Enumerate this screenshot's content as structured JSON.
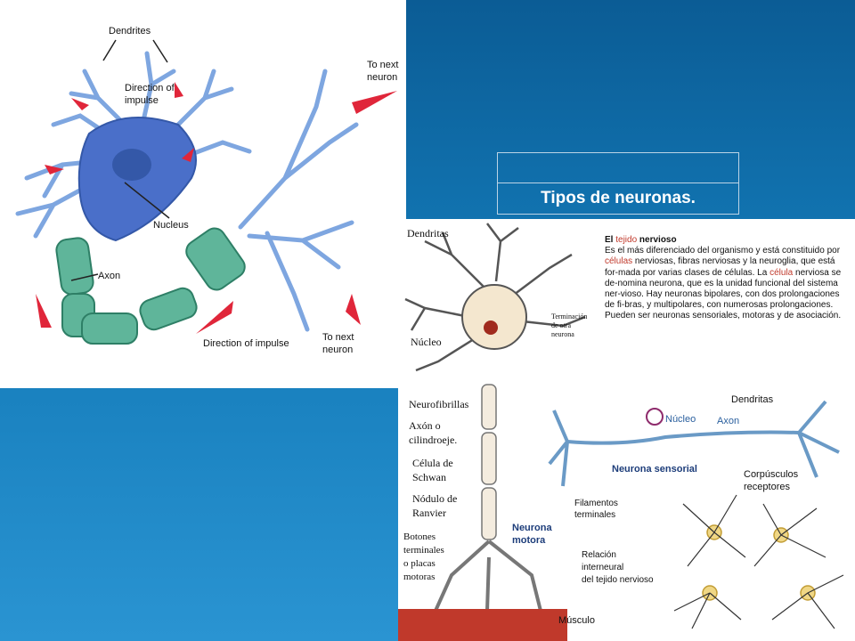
{
  "slide": {
    "title": "Tipos de neuronas."
  },
  "left_figure": {
    "labels": {
      "dendrites": "Dendrites",
      "direction_impulse_top": "Direction of\nimpulse",
      "direction_line1": "Direction of",
      "direction_line2": "impulse",
      "nucleus": "Nucleus",
      "axon": "Axon",
      "to_next_neuron_top1": "To next",
      "to_next_neuron_top2": "neuron",
      "direction_bottom": "Direction of impulse",
      "to_next_neuron_bottom1": "To next",
      "to_next_neuron_bottom2": "neuron"
    },
    "colors": {
      "cell_body": "#4a6fc9",
      "dendrite": "#7ea6e0",
      "myelin": "#5fb59a",
      "arrow": "#e0263a"
    }
  },
  "right_figure": {
    "labels": {
      "dendritas": "Dendritas",
      "nucleo": "Núcleo",
      "terminacion1": "Terminación",
      "terminacion2": "de otra",
      "terminacion3": "neurona",
      "neurofibrillas": "Neurofibrillas",
      "axon1": "Axón o",
      "axon2": "cilindroeje.",
      "celula1": "Célula de",
      "celula2": "Schwan",
      "nodulo1": "Nódulo de",
      "nodulo2": "Ranvier",
      "botones1": "Botones",
      "botones2": "terminales",
      "botones3": "o placas",
      "botones4": "motoras",
      "neurona_motora1": "Neurona",
      "neurona_motora2": "motora",
      "musculo": "Músculo",
      "dendritas2": "Dendritas",
      "nucleo2": "Núcleo",
      "axon_s": "Axon",
      "neurona_sensorial": "Neurona sensorial",
      "corpusculos1": "Corpúsculos",
      "corpusculos2": "receptores",
      "filamentos1": "Filamentos",
      "filamentos2": "terminales",
      "relacion1": "Relación",
      "relacion2": "interneural",
      "relacion3": "del tejido nervioso"
    },
    "paragraph": {
      "heading_el": "El",
      "heading_tejido": "tejido",
      "heading_nervioso": "nervioso",
      "body_1": "Es el más diferenciado del organismo y está constituido por",
      "body_hl1": "células",
      "body_2": "nerviosas, fibras nerviosas y la neuroglia, que está for-mada por varias clases de células. La",
      "body_hl2": "célula",
      "body_3": "nerviosa se de-nomina neurona, que es la unidad funcional del sistema ner-vioso. Hay neuronas bipolares, con dos prolongaciones de fi-bras, y multipolares, con numerosas prolongaciones. Pueden ser neuronas sensoriales, motoras y de asociación."
    }
  }
}
